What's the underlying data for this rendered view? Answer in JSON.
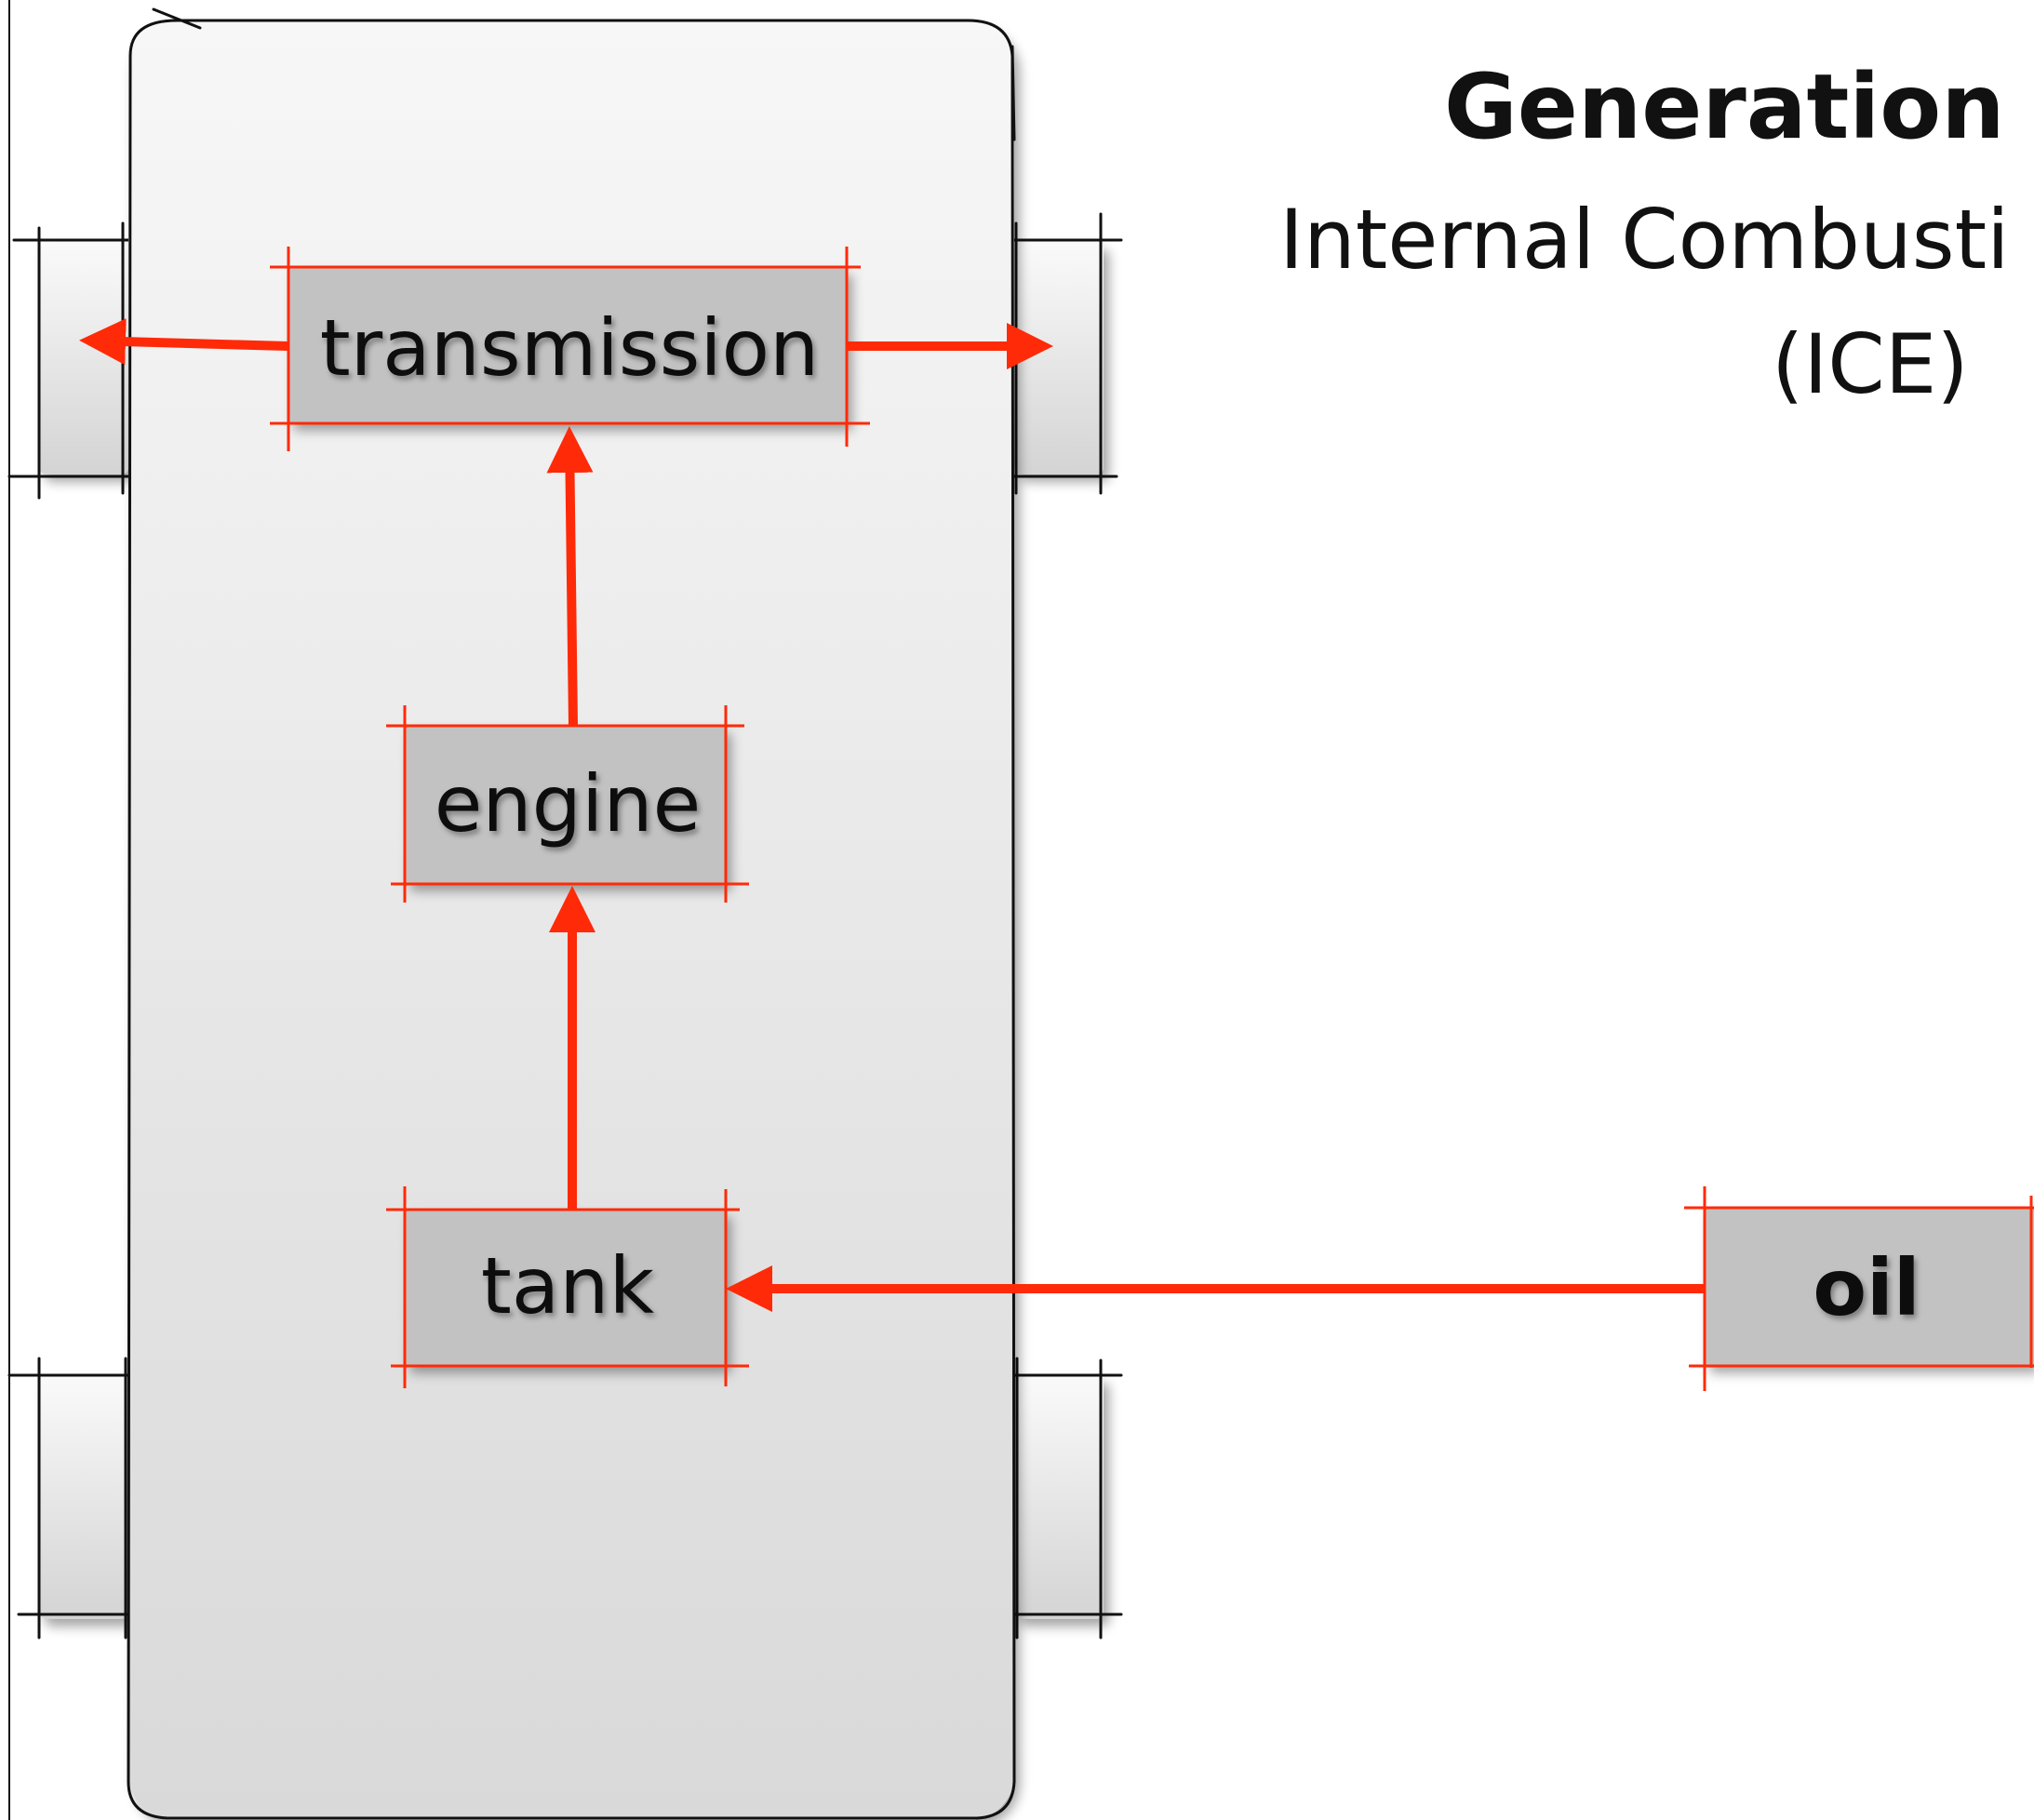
{
  "title": {
    "line1": "Generation",
    "line2": "Internal Combusti",
    "line3": "(ICE)"
  },
  "nodes": {
    "transmission": "transmission",
    "engine": "engine",
    "tank": "tank",
    "oil": "oil"
  },
  "colors": {
    "flow": "#ff2a08",
    "node_fill": "#c2c2c2",
    "car_body_top": "#f7f7f7",
    "car_body_bottom": "#d9d9d9"
  }
}
